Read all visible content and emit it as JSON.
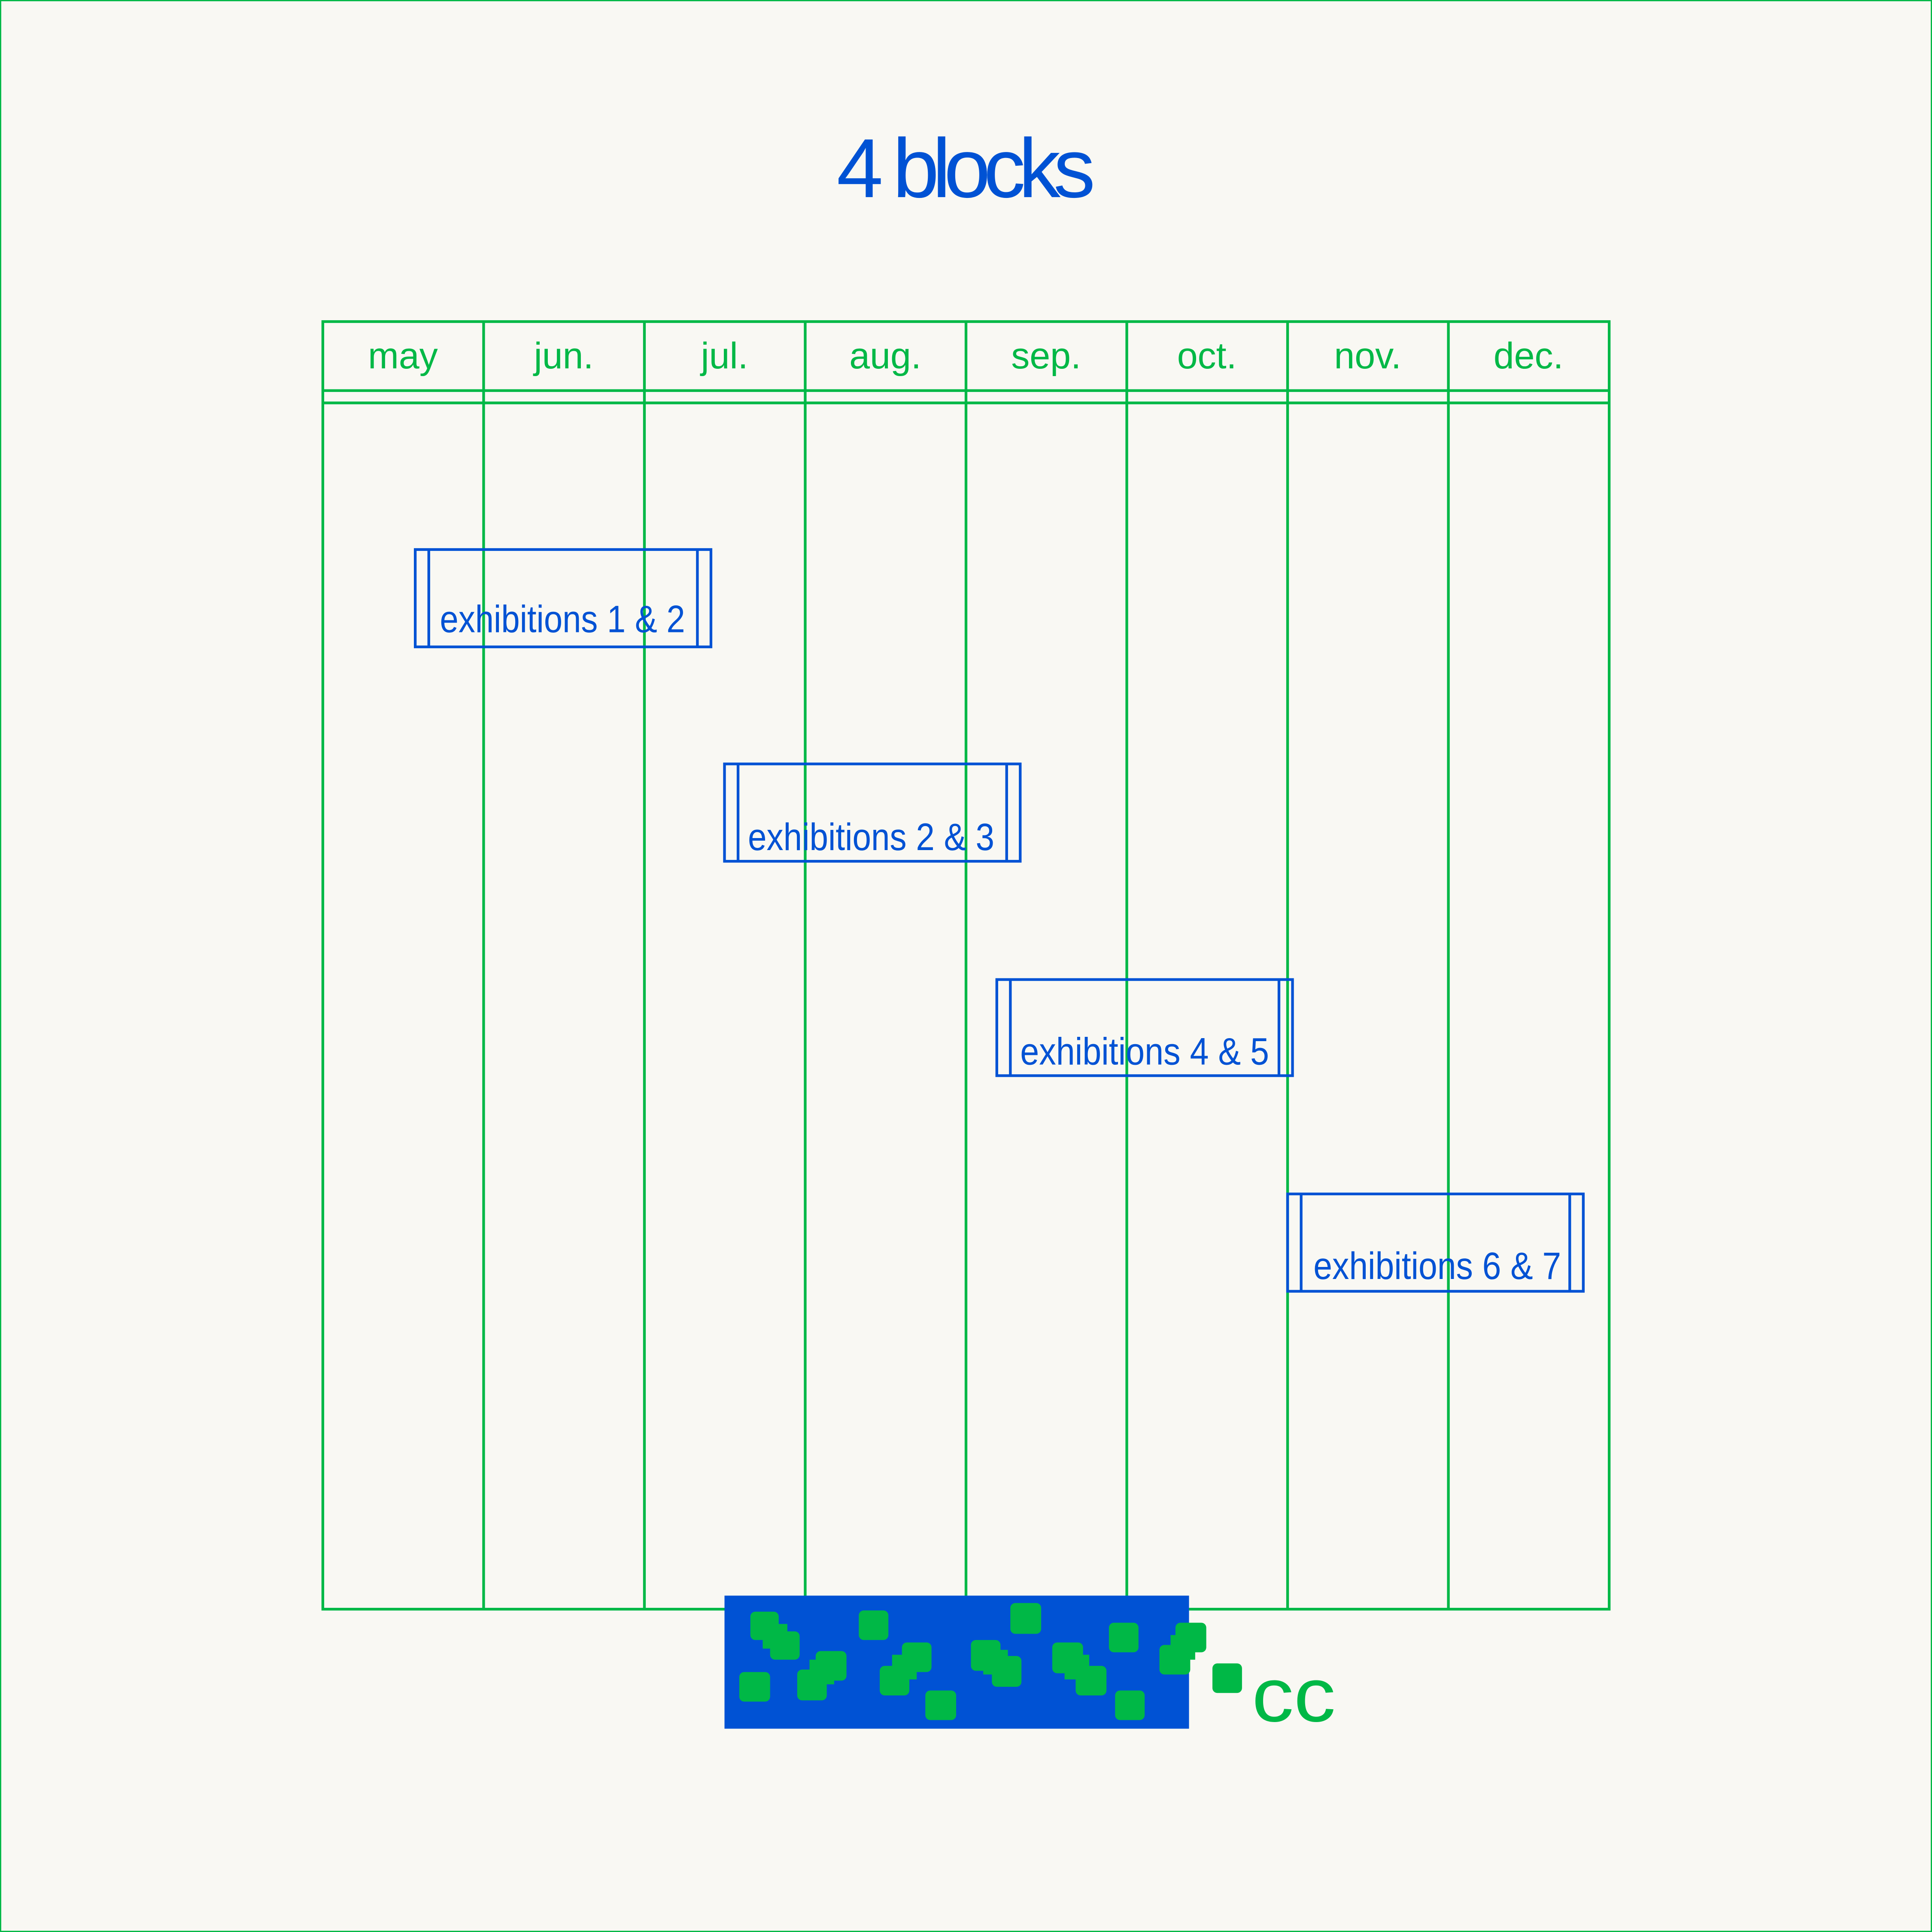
{
  "title": "4 blocks",
  "months": [
    "may",
    "jun.",
    "jul.",
    "aug.",
    "sep.",
    "oct.",
    "nov.",
    "dec."
  ],
  "blocks": [
    {
      "label": "exhibitions 1 & 2"
    },
    {
      "label": "exhibitions 2 & 3"
    },
    {
      "label": "exhibitions 4 & 5"
    },
    {
      "label": "exhibitions 6 & 7"
    }
  ],
  "logo": {
    "text": "cc"
  },
  "colors": {
    "green": "#00b846",
    "blue": "#0052d4",
    "background": "#f9f8f3"
  }
}
